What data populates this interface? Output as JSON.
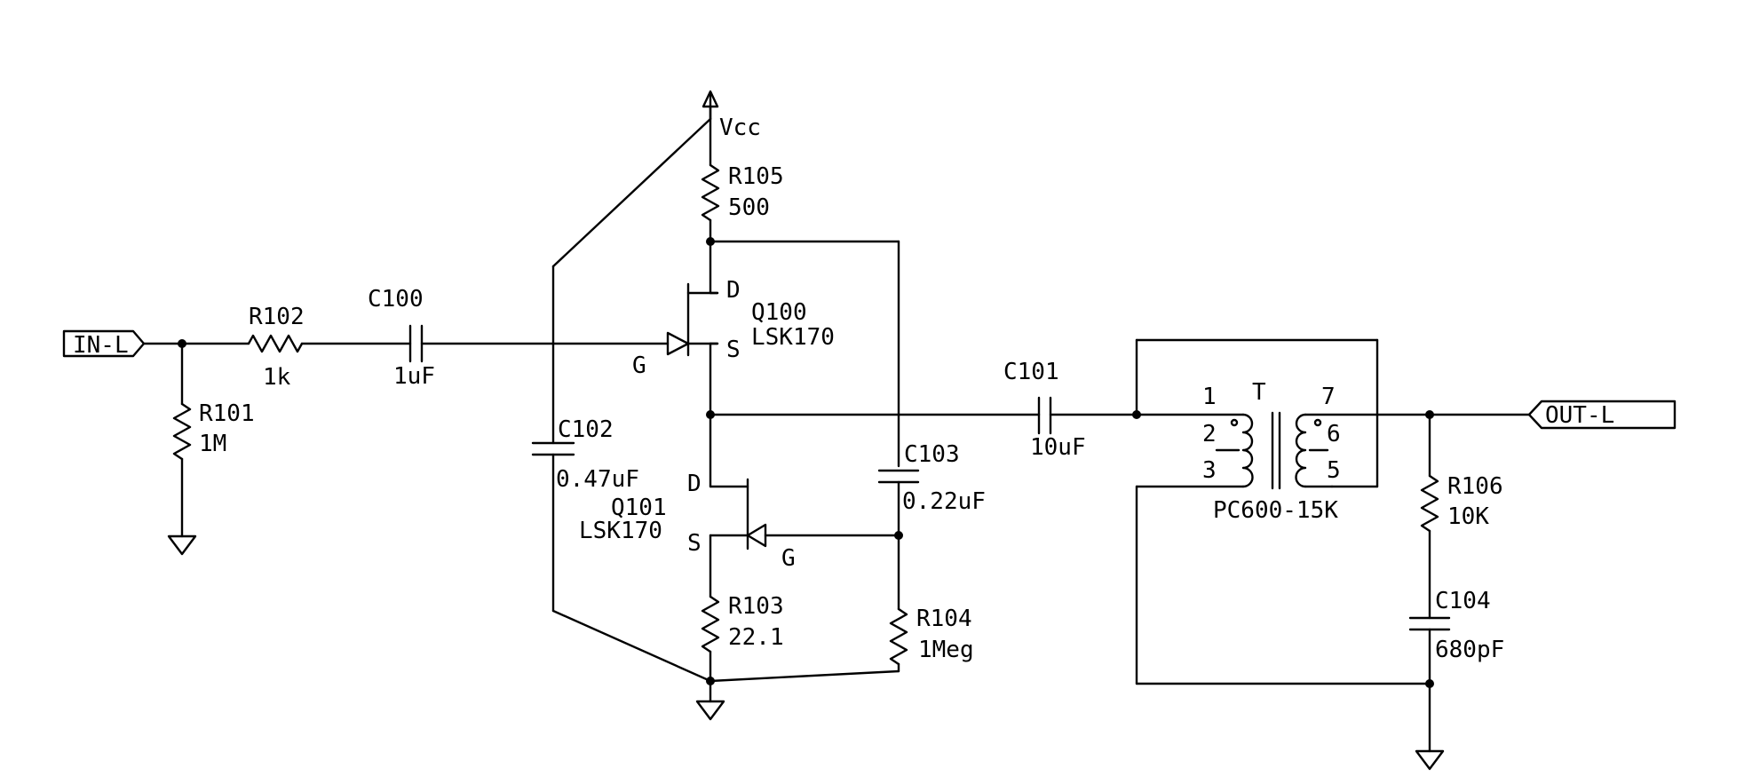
{
  "ports": {
    "in": "IN-L",
    "out": "OUT-L"
  },
  "supply": "Vcc",
  "components": {
    "r101": {
      "ref": "R101",
      "value": "1M"
    },
    "r102": {
      "ref": "R102",
      "value": "1k"
    },
    "c100": {
      "ref": "C100",
      "value": "1uF"
    },
    "c102": {
      "ref": "C102",
      "value": "0.47uF"
    },
    "r105": {
      "ref": "R105",
      "value": "500"
    },
    "q100": {
      "ref": "Q100",
      "value": "LSK170",
      "d": "D",
      "g": "G",
      "s": "S"
    },
    "q101": {
      "ref": "Q101",
      "value": "LSK170",
      "d": "D",
      "g": "G",
      "s": "S"
    },
    "c103": {
      "ref": "C103",
      "value": "0.22uF"
    },
    "r103": {
      "ref": "R103",
      "value": "22.1"
    },
    "r104": {
      "ref": "R104",
      "value": "1Meg"
    },
    "c101": {
      "ref": "C101",
      "value": "10uF"
    },
    "t1": {
      "ref": "T",
      "value": "PC600-15K",
      "pin1": "1",
      "pin2": "2",
      "pin3": "3",
      "pin5": "5",
      "pin6": "6",
      "pin7": "7"
    },
    "r106": {
      "ref": "R106",
      "value": "10K"
    },
    "c104": {
      "ref": "C104",
      "value": "680pF"
    }
  }
}
